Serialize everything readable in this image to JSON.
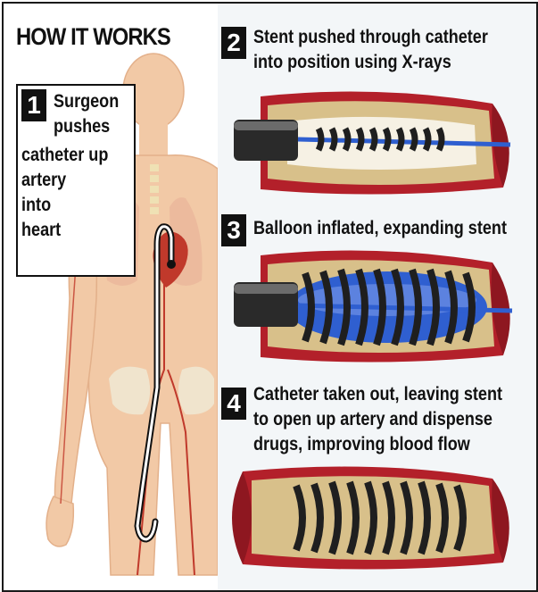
{
  "title": "HOW IT WORKS",
  "steps": [
    {
      "number": "1",
      "lines": [
        "Surgeon",
        "pushes",
        "catheter up",
        "artery",
        "into",
        "heart"
      ]
    },
    {
      "number": "2",
      "lines": [
        "Stent pushed through catheter",
        "into position using X-rays"
      ]
    },
    {
      "number": "3",
      "lines": [
        "Balloon inflated, expanding stent"
      ]
    },
    {
      "number": "4",
      "lines": [
        "Catheter taken out, leaving stent",
        "to open up artery and dispense",
        "drugs, improving blood flow"
      ]
    }
  ],
  "icons": {
    "body": "human-body-illustration",
    "artery2": "artery-stent-catheter-illustration",
    "artery3": "artery-balloon-stent-illustration",
    "artery4": "artery-stent-in-place-illustration"
  },
  "colors": {
    "skin": "#f2c9a6",
    "artery": "#b3202a",
    "plaque": "#d8c08a",
    "stent": "#1f1f1f",
    "balloon": "#2f5fd0",
    "catheter": "#2a2a2a"
  }
}
